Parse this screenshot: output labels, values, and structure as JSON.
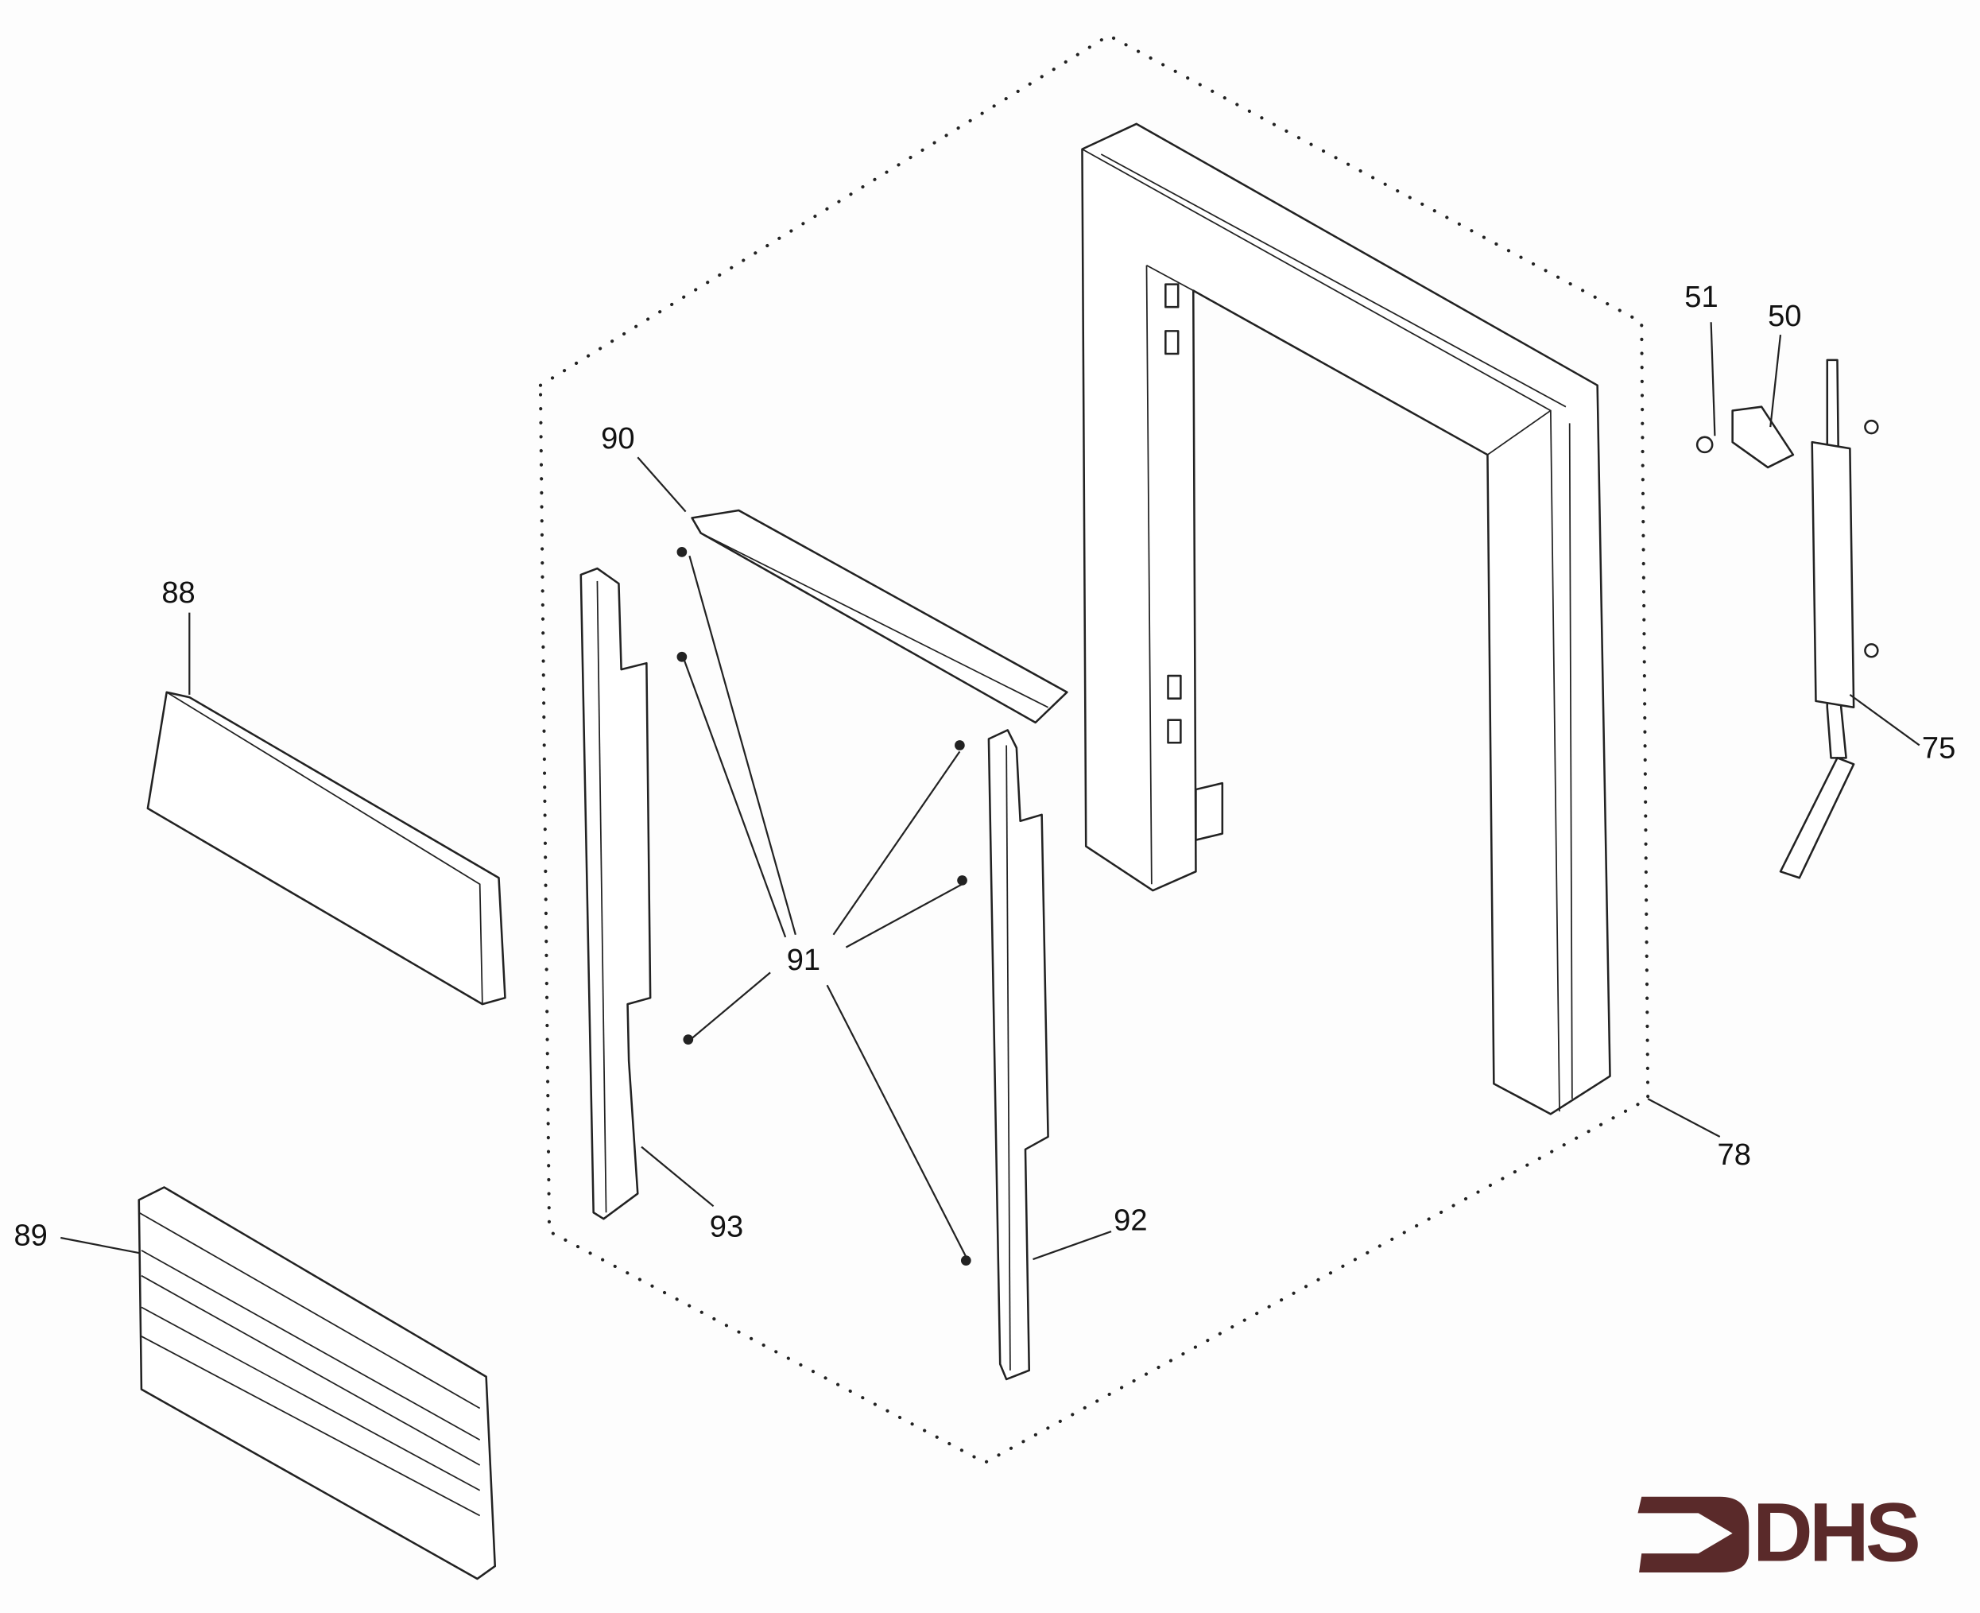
{
  "diagram": {
    "callouts": {
      "c51": "51",
      "c50": "50",
      "c90": "90",
      "c88": "88",
      "c75": "75",
      "c91": "91",
      "c78": "78",
      "c93": "93",
      "c92": "92",
      "c89": "89"
    },
    "logo": {
      "text": "DHS",
      "color": "#5a2a2a"
    }
  }
}
